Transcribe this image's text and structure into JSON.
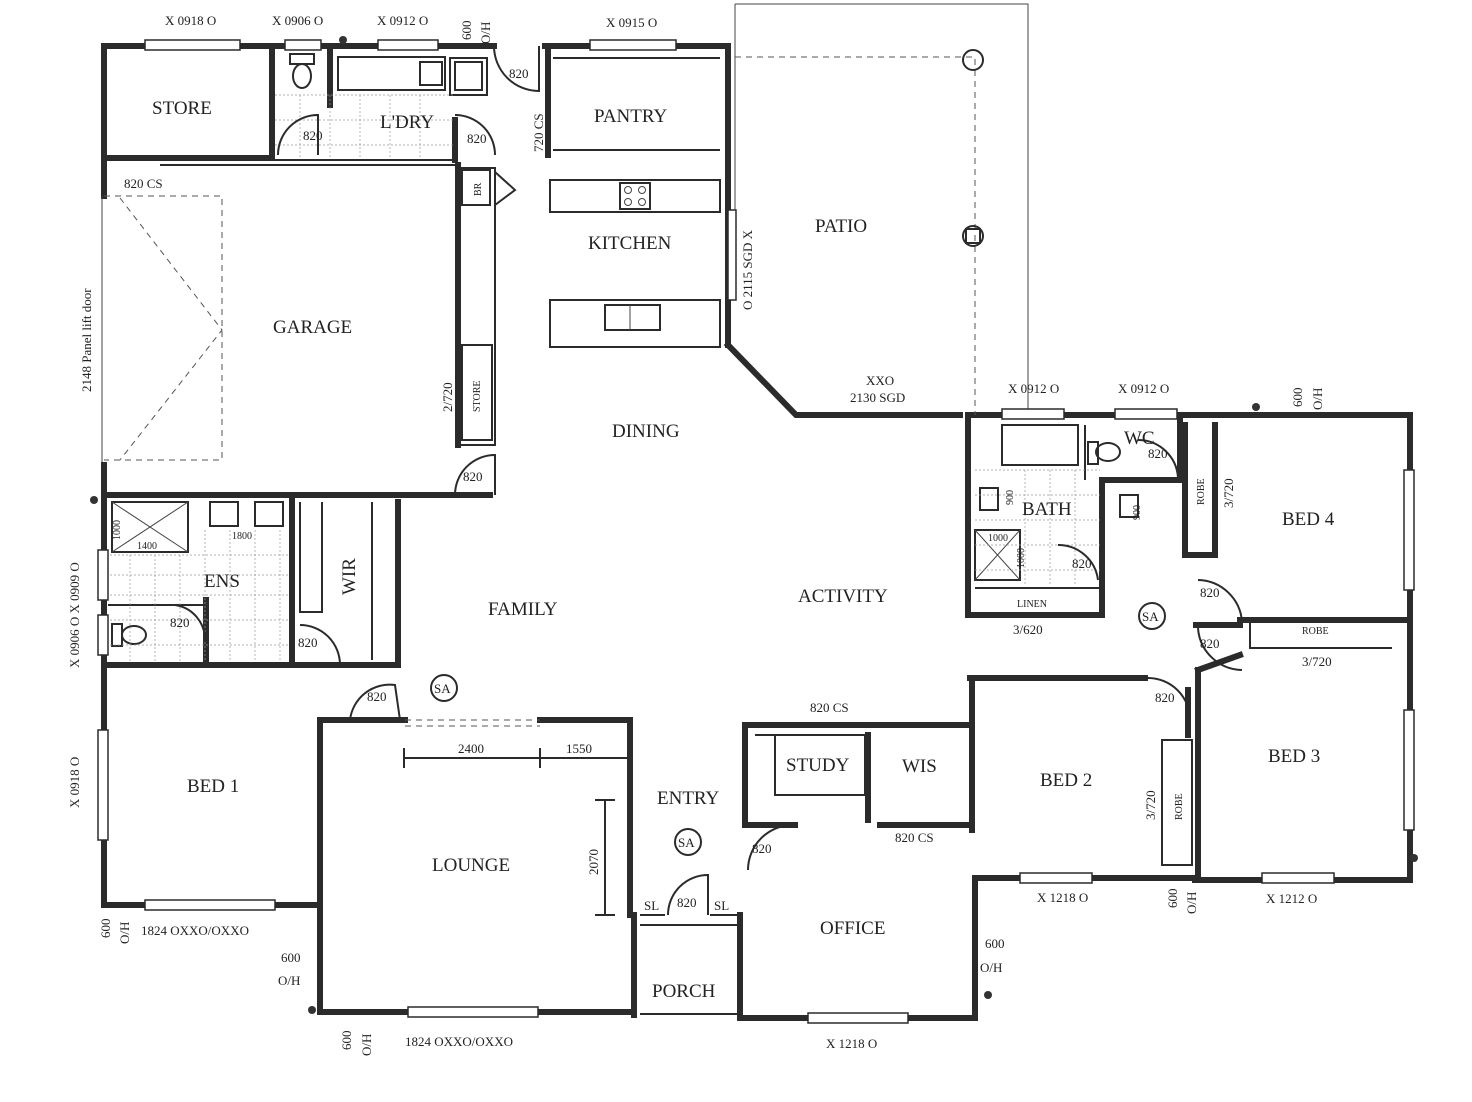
{
  "rooms": {
    "store": "STORE",
    "laundry": "L'DRY",
    "pantry": "PANTRY",
    "kitchen": "KITCHEN",
    "patio": "PATIO",
    "garage": "GARAGE",
    "dining": "DINING",
    "family": "FAMILY",
    "activity": "ACTIVITY",
    "ensuite": "ENS",
    "wir": "WIR",
    "bed1": "BED 1",
    "bed2": "BED 2",
    "bed3": "BED 3",
    "bed4": "BED 4",
    "lounge": "LOUNGE",
    "entry": "ENTRY",
    "porch": "PORCH",
    "study": "STUDY",
    "wis": "WIS",
    "office": "OFFICE",
    "bath": "BATH",
    "wc": "WC",
    "linen": "LINEN",
    "robe": "ROBE",
    "br": "BR",
    "small_store": "STORE"
  },
  "windows": {
    "w_top_1": "X 0918 O",
    "w_top_2": "X 0906 O",
    "w_top_3": "X 0912 O",
    "w_top_4": "X 0915 O",
    "w_bath_1": "X 0912 O",
    "w_bath_2": "X 0912 O",
    "w_left_1": "X 0906 O  X 0909 O",
    "w_left_2": "X 0918 O",
    "w_bed2": "X 1218 O",
    "w_bed3": "X 1212 O",
    "w_bed1": "1824 OXXO/OXXO",
    "w_lounge": "1824 OXXO/OXXO",
    "w_office": "X 1218 O",
    "sgd_patio": "XXO",
    "sgd_patio_2": "2130 SGD",
    "sgd_kitchen": "O  2115 SGD  X"
  },
  "dimensions": {
    "d820": "820",
    "d820cs": "820 CS",
    "d720cs": "720 CS",
    "d2720": "2/720",
    "d3720": "3/720",
    "d3620": "3/620",
    "d600": "600",
    "oh": "O/H",
    "d2400": "2400",
    "d1550": "1550",
    "d2070": "2070",
    "d1000": "1000",
    "d1400": "1400",
    "d1800": "1800",
    "d900": "900",
    "sl": "SL",
    "sa": "SA",
    "garage_door": "2148 Panel lift door"
  }
}
